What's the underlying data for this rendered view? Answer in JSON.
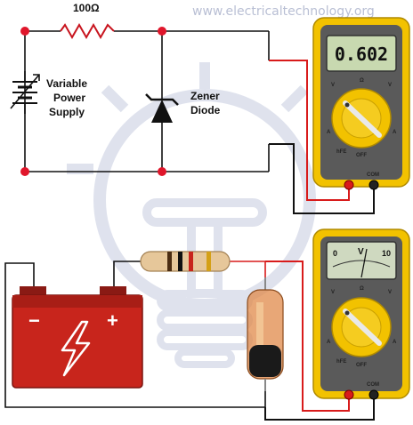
{
  "watermark": "www.electricaltechnology.org",
  "circuit": {
    "resistor_label": "100Ω",
    "supply_label_line1": "Variable",
    "supply_label_line2": "Power",
    "supply_label_line3": "Supply",
    "zener_label_line1": "Zener",
    "zener_label_line2": "Diode"
  },
  "digital_meter": {
    "reading": "0.602",
    "com_label": "COM",
    "off_label": "OFF",
    "hfe_label": "hFE"
  },
  "analog_meter": {
    "scale_min": "0",
    "scale_unit": "V",
    "scale_max": "10",
    "com_label": "COM",
    "off_label": "OFF",
    "hfe_label": "hFE"
  },
  "battery": {
    "minus_label": "−",
    "plus_label": "+"
  },
  "colors": {
    "wire_black": "#111111",
    "wire_red": "#d81b1b",
    "node_red": "#e0162b",
    "meter_yellow": "#f2c200",
    "meter_gray": "#5a5a5a",
    "battery_red": "#c8251c",
    "lcd_green": "#c8d9b0",
    "watermark": "#b9bfd4"
  }
}
